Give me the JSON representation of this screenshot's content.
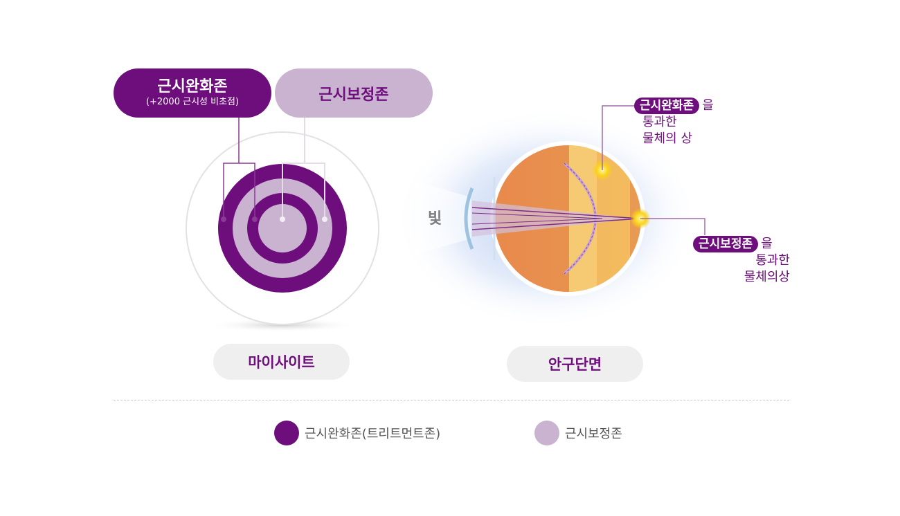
{
  "lens": {
    "zone_relax_title": "근시완화존",
    "zone_relax_sub": "(+2000 근시성 비초점)",
    "zone_correct_title": "근시보정존",
    "label": "마이사이트"
  },
  "eye": {
    "light_label": "빛",
    "label": "안구단면",
    "anno_top": {
      "tag": "근시완화존",
      "post": "을",
      "line2": "통과한",
      "line3": "물체의 상"
    },
    "anno_bottom": {
      "tag": "근시보정존",
      "post": "을",
      "line2": "통과한",
      "line3": "물체의상"
    }
  },
  "legend": [
    {
      "label": "근시완화존(트리트먼트존)",
      "color": "#6e0d7c"
    },
    {
      "label": "근시보정존",
      "color": "#c9b3d1"
    }
  ],
  "colors": {
    "dark_purple": "#6e0d7c",
    "light_purple": "#c9b3d1",
    "eye_orange": "#e8954f"
  }
}
